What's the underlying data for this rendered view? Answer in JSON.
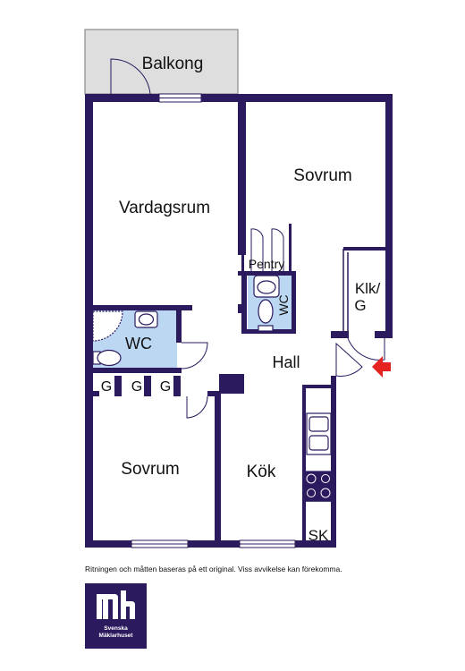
{
  "rooms": {
    "balkong": "Balkong",
    "vardagsrum": "Vardagsrum",
    "sovrum_top": "Sovrum",
    "pentry": "Pentry",
    "wc_small": "WC",
    "klk": "Klk/",
    "klk_g": "G",
    "wc_large": "WC",
    "hall": "Hall",
    "g1": "G",
    "g2": "G",
    "g3": "G",
    "sovrum_bottom": "Sovrum",
    "kok": "Kök",
    "sk": "SK"
  },
  "disclaimer": "Ritningen och måtten baseras på ett original. Viss avvikelse kan förekomma.",
  "logo": {
    "line1": "Svenska",
    "line2": "Mäklarhuset"
  },
  "colors": {
    "wall": "#2b1a5e",
    "wet_room": "#bcd7f2",
    "balcony": "#dedede",
    "entrance_arrow": "#e52320",
    "logo_bg": "#2b1a5e"
  }
}
